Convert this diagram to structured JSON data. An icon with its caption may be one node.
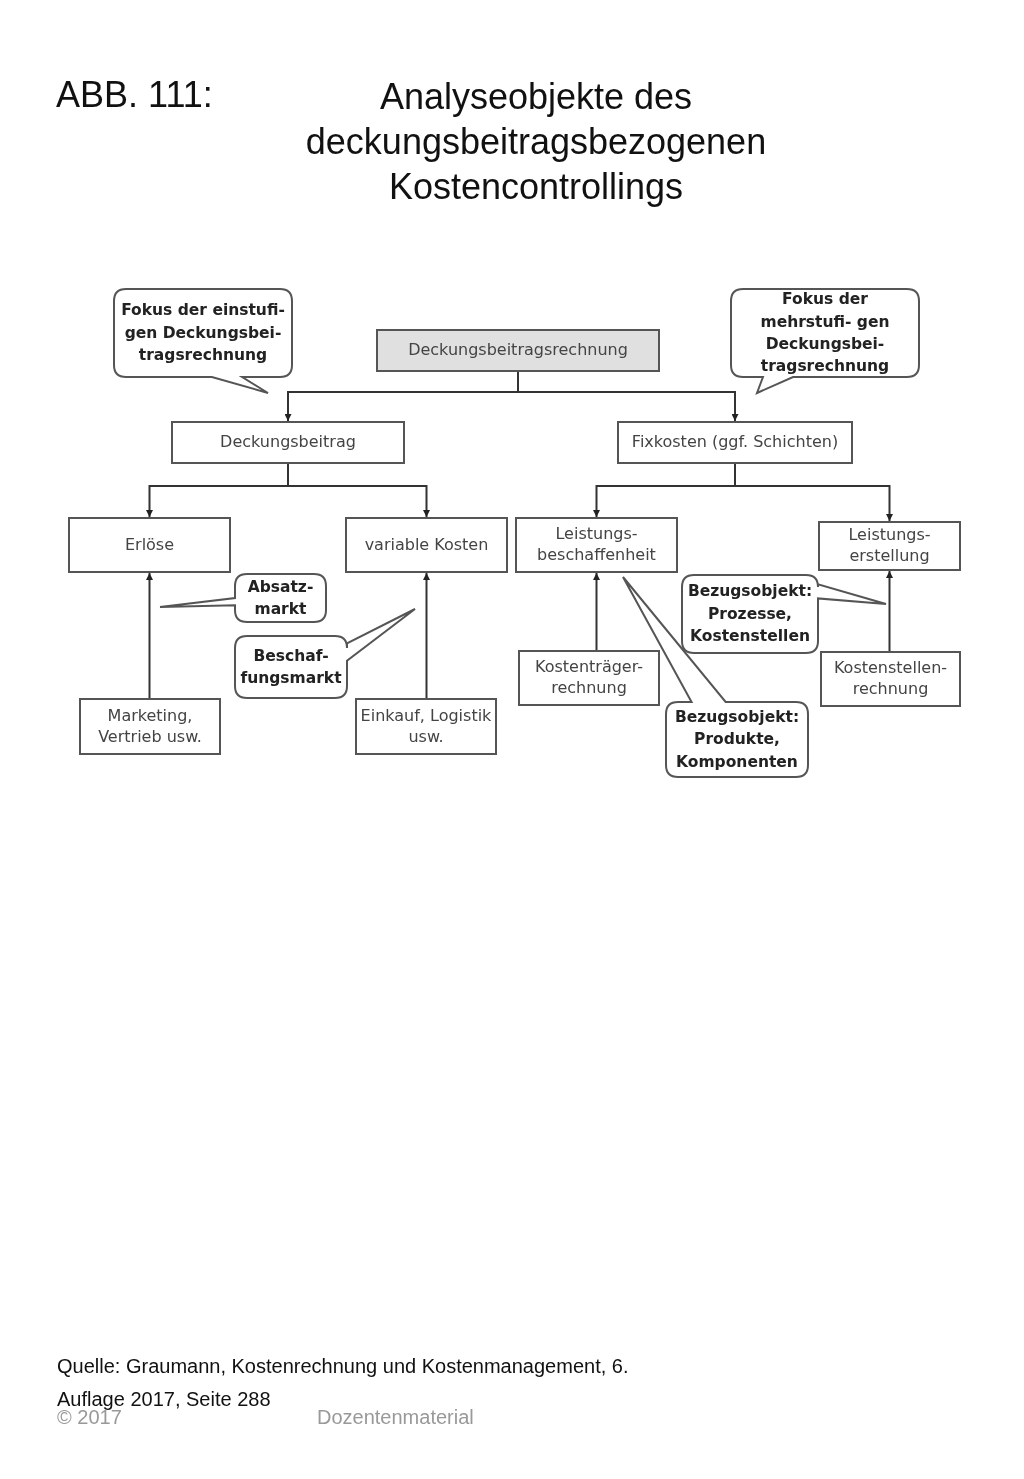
{
  "diagram": {
    "title": "Analyseobjekte des deckungsbeitragsbezogenen Kostencontrollings",
    "caption": "Quelle: Graumann, Kostenrechnung und Kostenmanagement, 6. Auflage 2017, Seite 288",
    "nodes": [
      {
        "text": [
          "Fokus der einstufi- gen Deckungsbei- tragsrechnung"
        ]
      },
      {
        "text": [
          "Deckungsbeitragsrechnung"
        ]
      },
      {
        "text": [
          "Fokus der mehrstufi- gen Deckungsbei- tragsrechnung"
        ]
      },
      {
        "text": [
          "Deckungsbeitrag"
        ]
      },
      {
        "text": [
          "Fixkosten (ggf. Schichten)"
        ]
      },
      {
        "text": [
          "Erlöse"
        ]
      },
      {
        "text": [
          "variable Kosten"
        ]
      },
      {
        "text": [
          "Leistungs- beschaffenheit"
        ]
      },
      {
        "text": [
          "Leistungs- erstellung"
        ]
      },
      {
        "text": [
          "Absatz- markt"
        ]
      },
      {
        "text": [
          "Beschaf- fungsmarkt"
        ]
      },
      {
        "text": [
          "Bezugsobjekt: Prozesse, Kostenstellen"
        ]
      },
      {
        "text": [
          "Kostenträger- rechnung"
        ]
      },
      {
        "text": [
          "Kostenstellen- rechnung"
        ]
      },
      {
        "text": [
          "Marketing, Vertrieb usw."
        ]
      },
      {
        "text": [
          "Einkauf, Logistik usw."
        ]
      },
      {
        "text": [
          "Bezugsobjekt: Produkte, Komponenten"
        ]
      }
    ],
    "edges": [
      {
        "from": 1,
        "to": 3,
        "arrow": "to"
      },
      {
        "from": 1,
        "to": 4,
        "arrow": "to"
      },
      {
        "from": 3,
        "to": 5,
        "arrow": "to"
      },
      {
        "from": 3,
        "to": 6,
        "arrow": "to"
      },
      {
        "from": 4,
        "to": 7,
        "arrow": "to"
      },
      {
        "from": 4,
        "to": 8,
        "arrow": "to"
      },
      {
        "from": 14,
        "to": 5,
        "arrow": "to"
      },
      {
        "from": 15,
        "to": 6,
        "arrow": "to"
      },
      {
        "from": 12,
        "to": 7,
        "arrow": "to"
      },
      {
        "from": 13,
        "to": 8,
        "arrow": "to"
      }
    ],
    "labels": [
      "ABB. 111:",
      "© 2017",
      "Dozentenmaterial"
    ]
  }
}
